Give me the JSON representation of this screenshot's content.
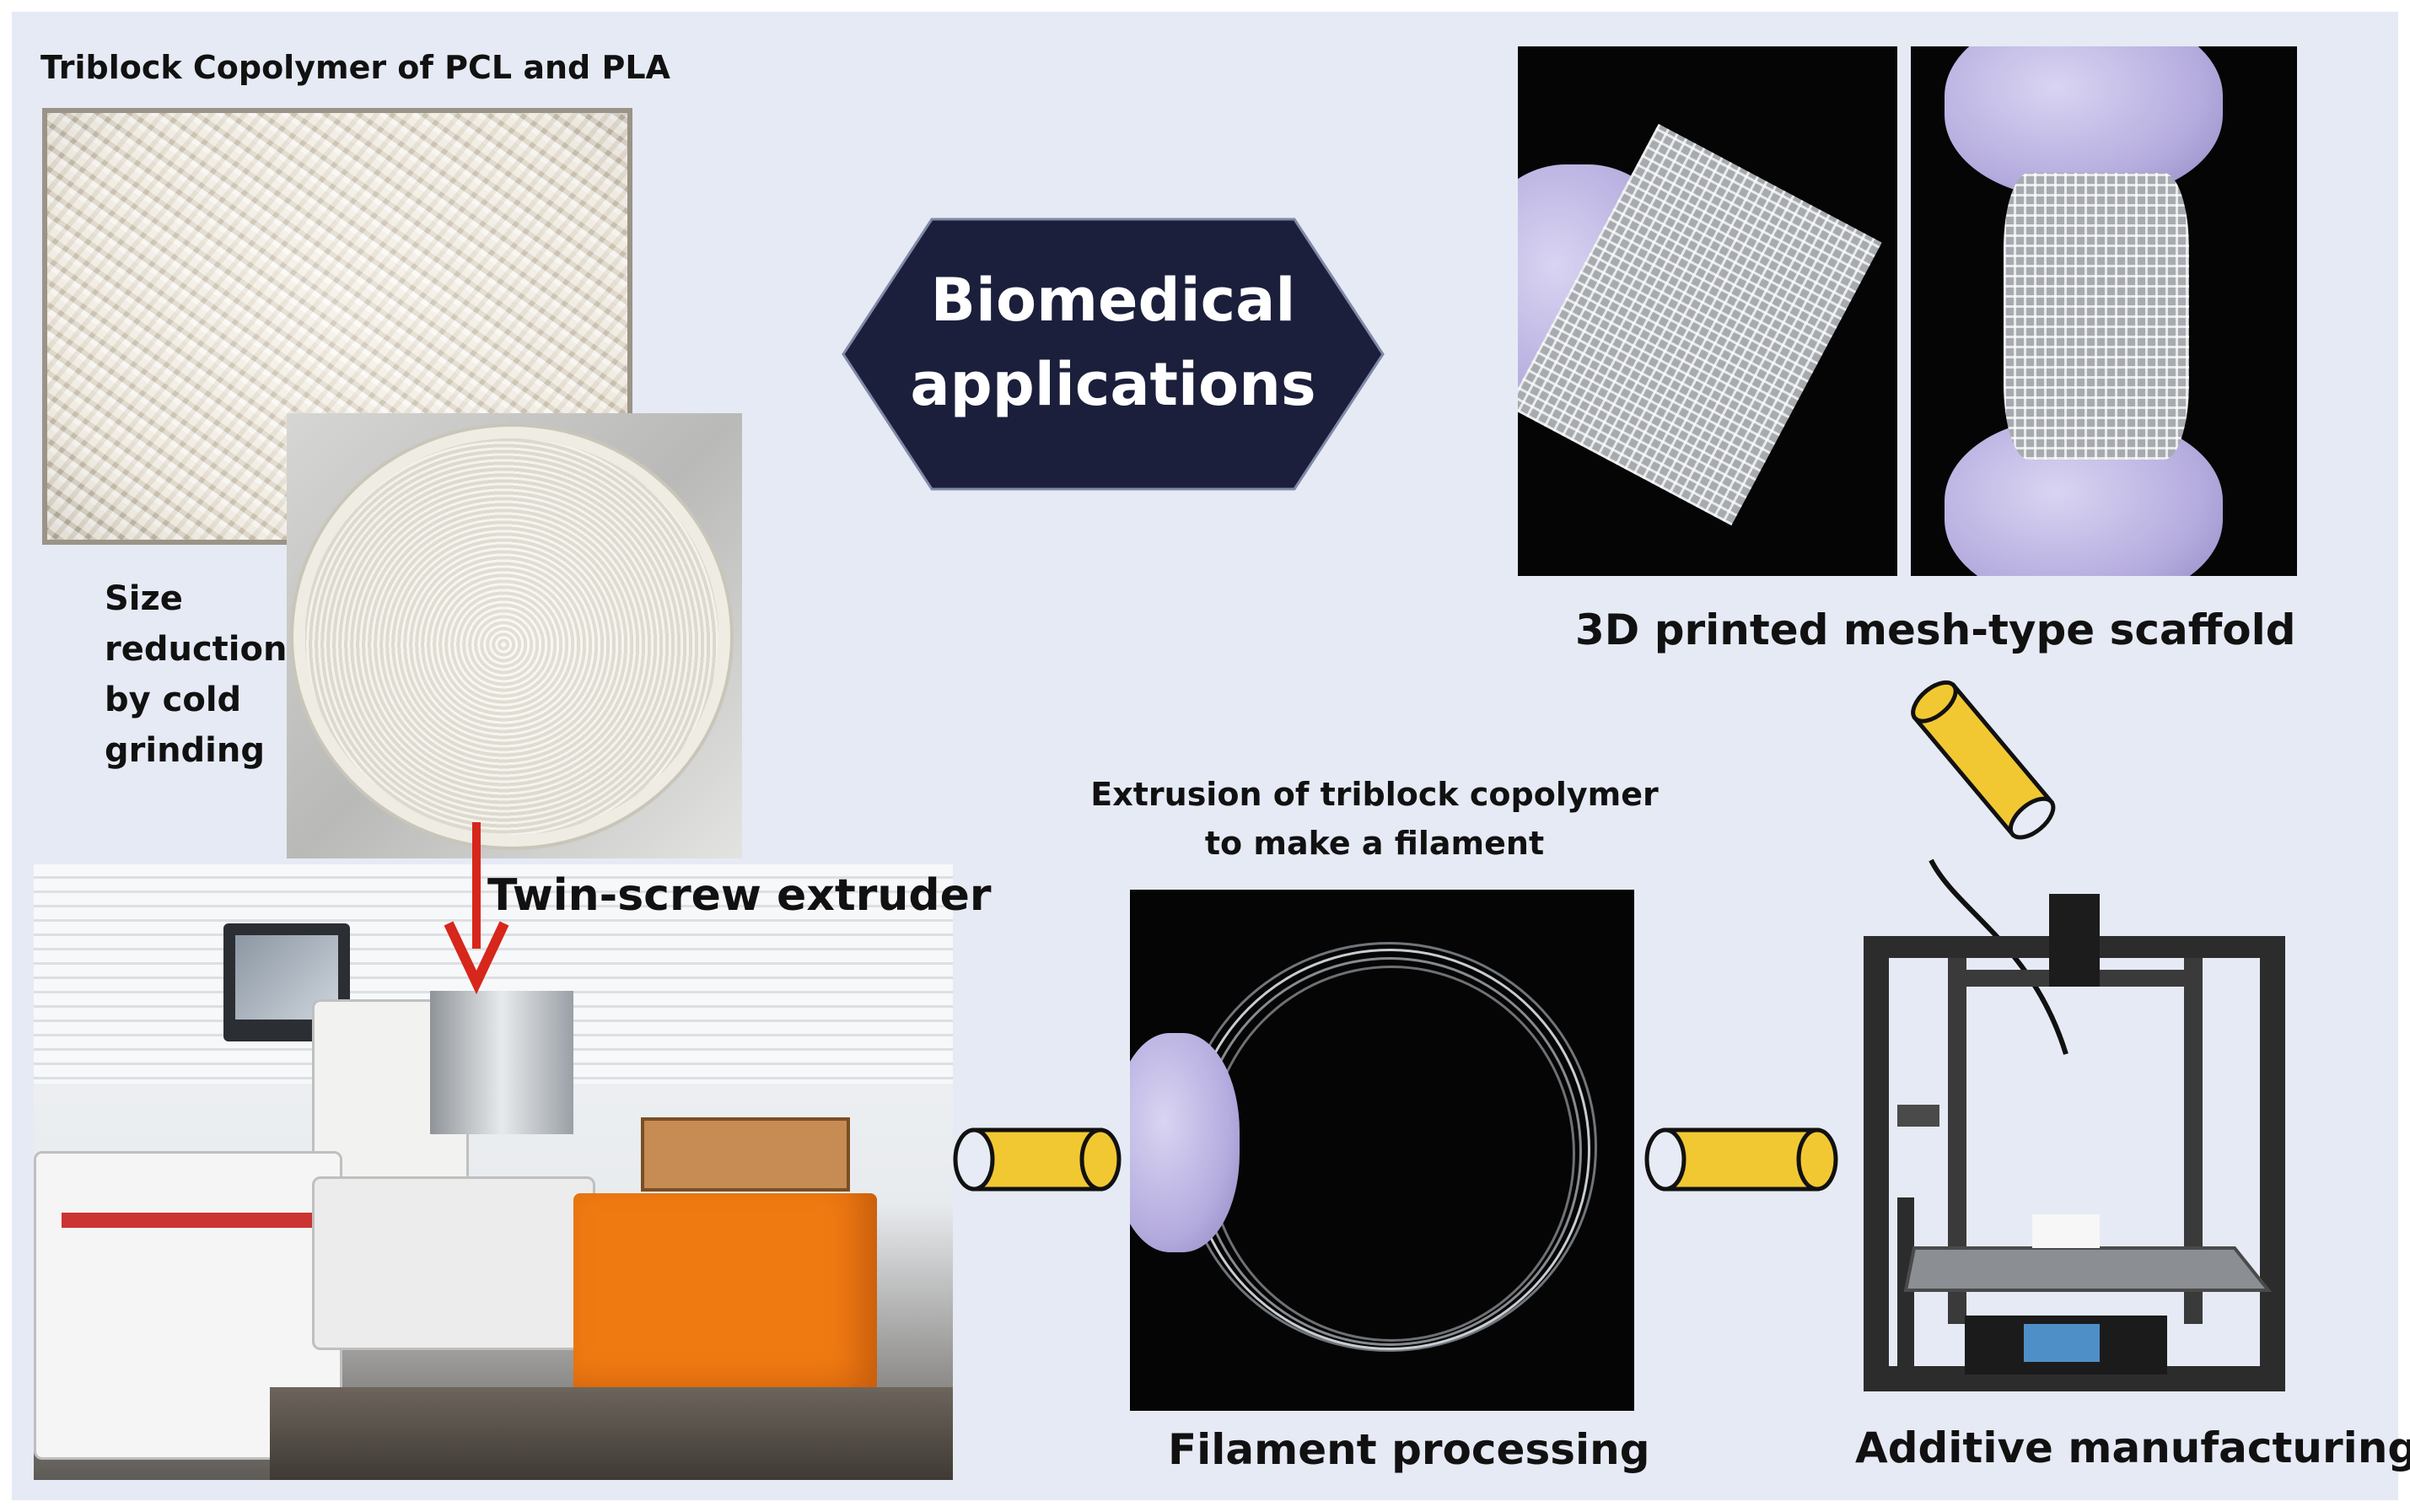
{
  "labels": {
    "raw_material": "Triblock Copolymer of PCL and PLA",
    "size_reduction": [
      "Size",
      "reduction",
      "by cold",
      "grinding"
    ],
    "extruder": "Twin-screw extruder",
    "hexagon": [
      "Biomedical",
      "applications"
    ],
    "scaffold": "3D printed mesh-type scaffold",
    "extrusion_caption": [
      "Extrusion of triblock copolymer",
      "to make a filament"
    ],
    "filament": "Filament processing",
    "additive": "Additive manufacturing"
  },
  "colors": {
    "panel_background": "#e6eaf4",
    "hexagon_fill": "#1b1f3b",
    "hexagon_text": "#ffffff",
    "connector_fill": "#f2c832",
    "arrow": "#d7261b",
    "extruder_body": "#f07a12"
  },
  "icons": {
    "process_arrow": "red-down-arrow",
    "connector": "yellow-cylinder-arrow"
  }
}
